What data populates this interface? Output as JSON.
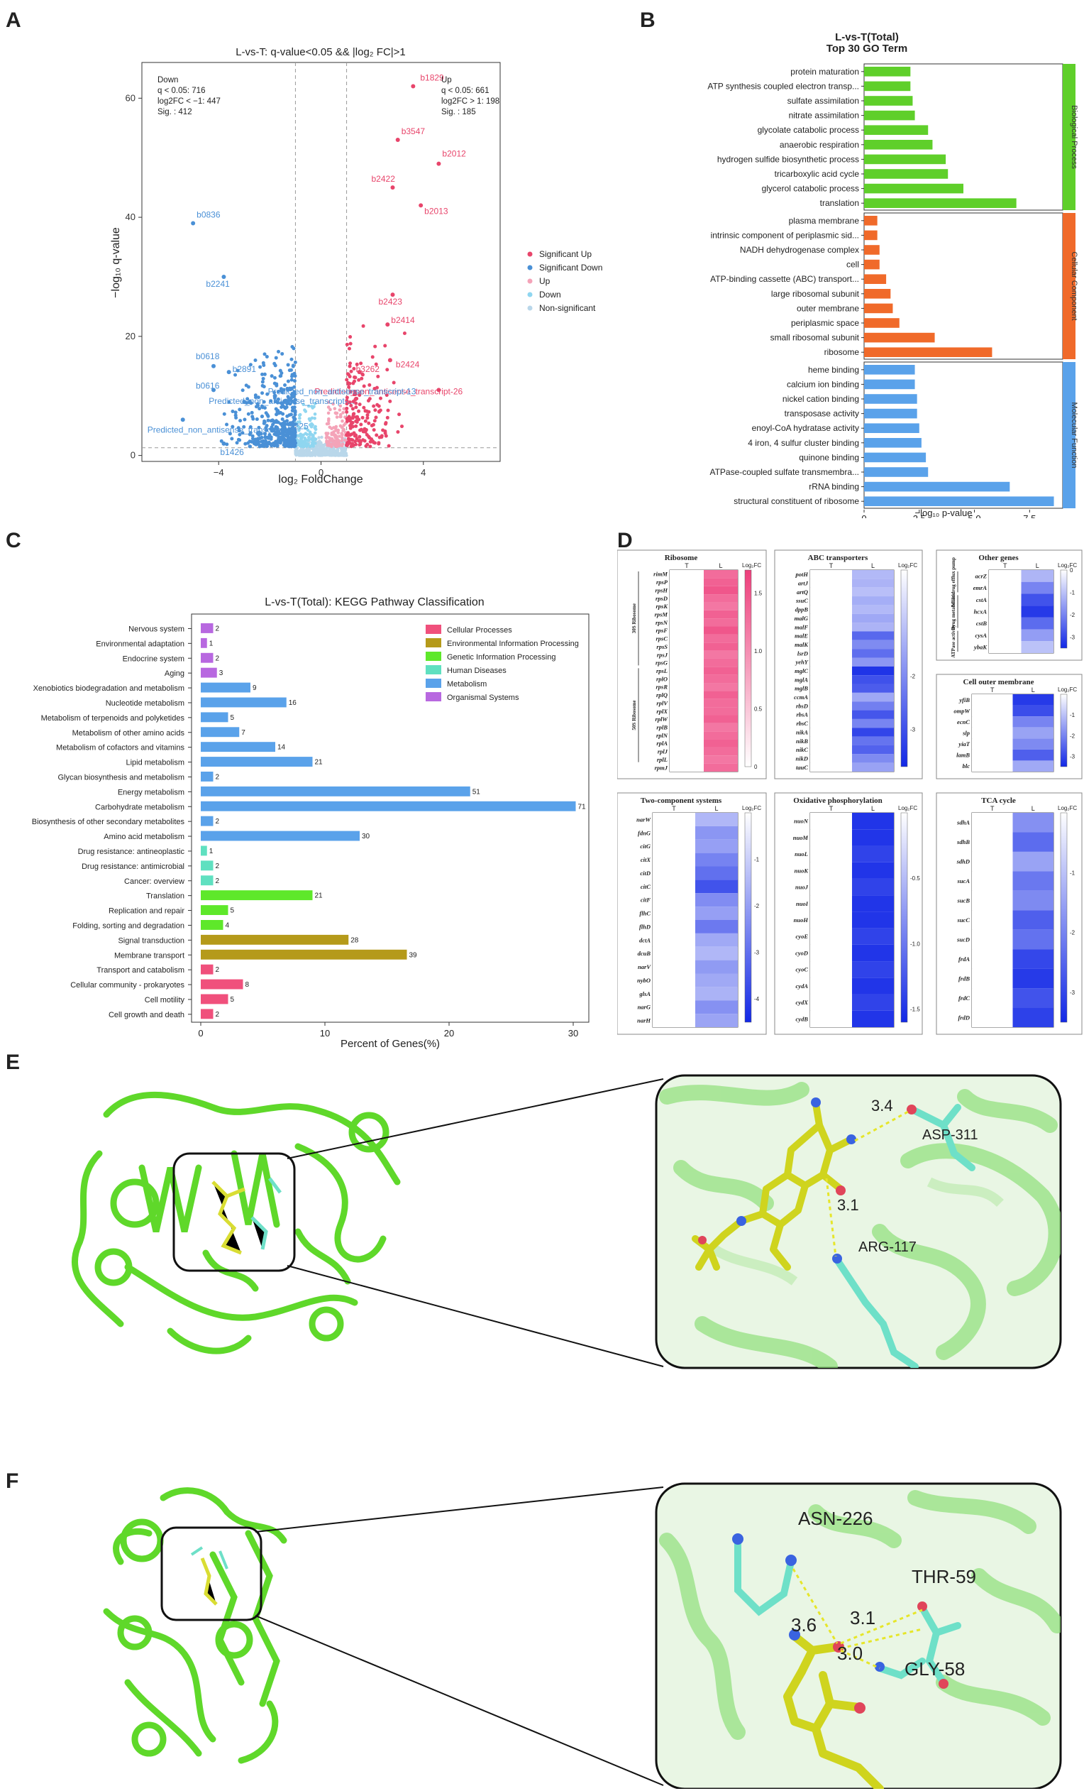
{
  "panels": {
    "A": {
      "label": "A"
    },
    "B": {
      "label": "B"
    },
    "C": {
      "label": "C"
    },
    "D": {
      "label": "D"
    },
    "E": {
      "label": "E"
    },
    "F": {
      "label": "F"
    }
  },
  "colors": {
    "sig_up": "#e8456b",
    "sig_down": "#4a90d6",
    "up": "#f4a3b8",
    "down": "#8fd6f0",
    "nonsig": "#b9d7ea",
    "bp": "#5fcf2a",
    "cc": "#f06a2a",
    "mf": "#5aa2ea",
    "cellular": "#f0507c",
    "env": "#b59a1a",
    "genetic": "#5ee82a",
    "human": "#5fe0c0",
    "metab": "#5aa2ea",
    "org": "#b868e0",
    "protein": "#66e04a",
    "ligand": "#d9dd33",
    "residue": "#6ee0c8"
  },
  "chart_data": [
    {
      "id": "A",
      "type": "scatter",
      "title": "L-vs-T: q-value<0.05 && |log₂ FC|>1",
      "xlabel": "log₂ FoldChange",
      "ylabel": "−log₁₀ q-value",
      "xlim": [
        -7,
        7
      ],
      "ylim": [
        -1,
        66
      ],
      "xticks": [
        -4,
        0,
        4
      ],
      "yticks": [
        0,
        20,
        40,
        60
      ],
      "thresholds": {
        "x": [
          -1,
          1
        ],
        "y": 1.3
      },
      "down_box": [
        "Down",
        "q < 0.05: 716",
        "log2FC < −1: 447",
        "Sig. : 412"
      ],
      "up_box": [
        "Up",
        "q < 0.05: 661",
        "log2FC > 1: 198",
        "Sig. : 185"
      ],
      "legend": [
        "Significant Up",
        "Significant Down",
        "Up",
        "Down",
        "Non-significant"
      ],
      "legend_placement": "right",
      "labeled_points": [
        {
          "label": "b1829",
          "x": 3.6,
          "y": 62,
          "group": "up"
        },
        {
          "label": "b3547",
          "x": 3.0,
          "y": 53,
          "group": "up"
        },
        {
          "label": "b2012",
          "x": 4.6,
          "y": 49,
          "group": "up"
        },
        {
          "label": "b2422",
          "x": 2.8,
          "y": 45,
          "group": "up"
        },
        {
          "label": "b2013",
          "x": 3.9,
          "y": 42,
          "group": "up"
        },
        {
          "label": "b2423",
          "x": 2.8,
          "y": 27,
          "group": "up"
        },
        {
          "label": "b2414",
          "x": 2.6,
          "y": 22,
          "group": "up"
        },
        {
          "label": "b2424",
          "x": 2.7,
          "y": 16,
          "group": "up"
        },
        {
          "label": "b3262",
          "x": 1.5,
          "y": 14,
          "group": "up"
        },
        {
          "label": "Predicted_non_antisense_transcript-26",
          "x": 4.6,
          "y": 11,
          "group": "up"
        },
        {
          "label": "b0836",
          "x": -5.0,
          "y": 39,
          "group": "down"
        },
        {
          "label": "b2241",
          "x": -3.8,
          "y": 30,
          "group": "down"
        },
        {
          "label": "b0618",
          "x": -4.2,
          "y": 15,
          "group": "down"
        },
        {
          "label": "b2891",
          "x": -3.6,
          "y": 14,
          "group": "down"
        },
        {
          "label": "b0616",
          "x": -4.2,
          "y": 11,
          "group": "down"
        },
        {
          "label": "Predicted_non_antisense_transcript-13",
          "x": -1.8,
          "y": 10,
          "group": "down"
        },
        {
          "label": "Predicted_non_antisense_transcript-...",
          "x": -3.0,
          "y": 9,
          "group": "down"
        },
        {
          "label": "b3225",
          "x": -1.5,
          "y": 5,
          "group": "down"
        },
        {
          "label": "Predicted_non_antisense_transcript...",
          "x": -5.4,
          "y": 6,
          "group": "down"
        },
        {
          "label": "b1426",
          "x": -3.8,
          "y": 2,
          "group": "down"
        }
      ]
    },
    {
      "id": "B",
      "type": "bar",
      "orientation": "horizontal",
      "title": "L-vs-T(Total)",
      "subtitle": "Top 30 GO Term",
      "xlabel": "−log₁₀ p-value",
      "xlim": [
        0,
        9
      ],
      "xticks": [
        0,
        2.5,
        5.0,
        7.5
      ],
      "groups": [
        {
          "name": "Biological Process",
          "color_key": "bp",
          "terms": [
            {
              "name": "protein maturation",
              "value": 2.1
            },
            {
              "name": "ATP synthesis coupled electron transp...",
              "value": 2.1
            },
            {
              "name": "sulfate assimilation",
              "value": 2.2
            },
            {
              "name": "nitrate assimilation",
              "value": 2.3
            },
            {
              "name": "glycolate catabolic process",
              "value": 2.9
            },
            {
              "name": "anaerobic respiration",
              "value": 3.1
            },
            {
              "name": "hydrogen sulfide biosynthetic process",
              "value": 3.7
            },
            {
              "name": "tricarboxylic acid cycle",
              "value": 3.8
            },
            {
              "name": "glycerol catabolic process",
              "value": 4.5
            },
            {
              "name": "translation",
              "value": 6.9
            }
          ]
        },
        {
          "name": "Cellular Component",
          "color_key": "cc",
          "terms": [
            {
              "name": "plasma membrane",
              "value": 0.6
            },
            {
              "name": "intrinsic component of periplasmic sid...",
              "value": 0.6
            },
            {
              "name": "NADH dehydrogenase complex",
              "value": 0.7
            },
            {
              "name": "cell",
              "value": 0.7
            },
            {
              "name": "ATP-binding cassette (ABC) transport...",
              "value": 1.0
            },
            {
              "name": "large ribosomal subunit",
              "value": 1.2
            },
            {
              "name": "outer membrane",
              "value": 1.3
            },
            {
              "name": "periplasmic space",
              "value": 1.6
            },
            {
              "name": "small ribosomal subunit",
              "value": 3.2
            },
            {
              "name": "ribosome",
              "value": 5.8
            }
          ]
        },
        {
          "name": "Molecular Function",
          "color_key": "mf",
          "terms": [
            {
              "name": "heme binding",
              "value": 2.3
            },
            {
              "name": "calcium ion binding",
              "value": 2.3
            },
            {
              "name": "nickel cation binding",
              "value": 2.4
            },
            {
              "name": "transposase activity",
              "value": 2.4
            },
            {
              "name": "enoyl-CoA hydratase activity",
              "value": 2.5
            },
            {
              "name": "4 iron, 4 sulfur cluster binding",
              "value": 2.6
            },
            {
              "name": "quinone binding",
              "value": 2.8
            },
            {
              "name": "ATPase-coupled sulfate transmembra...",
              "value": 2.9
            },
            {
              "name": "rRNA binding",
              "value": 6.6
            },
            {
              "name": "structural constituent of ribosome",
              "value": 8.6
            }
          ]
        }
      ]
    },
    {
      "id": "C",
      "type": "bar",
      "orientation": "horizontal",
      "title": "L-vs-T(Total): KEGG Pathway Classification",
      "xlabel": "Percent of Genes(%)",
      "xlim": [
        0,
        30.5
      ],
      "xticks": [
        0,
        10,
        20,
        30
      ],
      "legend": [
        {
          "name": "Cellular Processes",
          "color_key": "cellular"
        },
        {
          "name": "Environmental Information Processing",
          "color_key": "env"
        },
        {
          "name": "Genetic Information Processing",
          "color_key": "genetic"
        },
        {
          "name": "Human Diseases",
          "color_key": "human"
        },
        {
          "name": "Metabolism",
          "color_key": "metab"
        },
        {
          "name": "Organismal Systems",
          "color_key": "org"
        }
      ],
      "legend_placement": "top-right",
      "categories": [
        {
          "name": "Nervous system",
          "value": 1,
          "label": "2",
          "group": "org"
        },
        {
          "name": "Environmental adaptation",
          "value": 0.5,
          "label": "1",
          "group": "org"
        },
        {
          "name": "Endocrine system",
          "value": 1,
          "label": "2",
          "group": "org"
        },
        {
          "name": "Aging",
          "value": 1.3,
          "label": "3",
          "group": "org"
        },
        {
          "name": "Xenobiotics biodegradation and metabolism",
          "value": 4,
          "label": "9",
          "group": "metab"
        },
        {
          "name": "Nucleotide metabolism",
          "value": 6.9,
          "label": "16",
          "group": "metab"
        },
        {
          "name": "Metabolism of terpenoids and polyketides",
          "value": 2.2,
          "label": "5",
          "group": "metab"
        },
        {
          "name": "Metabolism of other amino acids",
          "value": 3.1,
          "label": "7",
          "group": "metab"
        },
        {
          "name": "Metabolism of cofactors and vitamins",
          "value": 6.0,
          "label": "14",
          "group": "metab"
        },
        {
          "name": "Lipid metabolism",
          "value": 9.0,
          "label": "21",
          "group": "metab"
        },
        {
          "name": "Glycan biosynthesis and metabolism",
          "value": 1,
          "label": "2",
          "group": "metab"
        },
        {
          "name": "Energy metabolism",
          "value": 21.7,
          "label": "51",
          "group": "metab"
        },
        {
          "name": "Carbohydrate metabolism",
          "value": 30.2,
          "label": "71",
          "group": "metab"
        },
        {
          "name": "Biosynthesis of other secondary metabolites",
          "value": 1,
          "label": "2",
          "group": "metab"
        },
        {
          "name": "Amino acid metabolism",
          "value": 12.8,
          "label": "30",
          "group": "metab"
        },
        {
          "name": "Drug resistance: antineoplastic",
          "value": 0.5,
          "label": "1",
          "group": "human"
        },
        {
          "name": "Drug resistance: antimicrobial",
          "value": 1,
          "label": "2",
          "group": "human"
        },
        {
          "name": "Cancer: overview",
          "value": 1,
          "label": "2",
          "group": "human"
        },
        {
          "name": "Translation",
          "value": 9.0,
          "label": "21",
          "group": "genetic"
        },
        {
          "name": "Replication and repair",
          "value": 2.2,
          "label": "5",
          "group": "genetic"
        },
        {
          "name": "Folding, sorting and degradation",
          "value": 1.8,
          "label": "4",
          "group": "genetic"
        },
        {
          "name": "Signal transduction",
          "value": 11.9,
          "label": "28",
          "group": "env"
        },
        {
          "name": "Membrane transport",
          "value": 16.6,
          "label": "39",
          "group": "env"
        },
        {
          "name": "Transport and catabolism",
          "value": 1,
          "label": "2",
          "group": "cellular"
        },
        {
          "name": "Cellular community - prokaryotes",
          "value": 3.4,
          "label": "8",
          "group": "cellular"
        },
        {
          "name": "Cell motility",
          "value": 2.2,
          "label": "5",
          "group": "cellular"
        },
        {
          "name": "Cell growth and death",
          "value": 1,
          "label": "2",
          "group": "cellular"
        }
      ]
    },
    {
      "id": "D",
      "type": "heatmap",
      "columns": [
        "T",
        "L"
      ],
      "legend_title": "Log₂FC",
      "maps": [
        {
          "title": "Ribosome",
          "scale": "pink",
          "ticks": [
            "1.5",
            "1.0",
            "0.5",
            "0"
          ],
          "range": [
            0,
            1.7
          ],
          "row_groups": [
            {
              "name": "30S Ribosome",
              "rows": 12
            },
            {
              "name": "50S Ribosome",
              "rows": 12
            }
          ],
          "genes": [
            "rimM",
            "rpsP",
            "rpsH",
            "rpsD",
            "rpsK",
            "rpsM",
            "rpsN",
            "rpsF",
            "rpsC",
            "rpsS",
            "rpsJ",
            "rpsG",
            "rpsL",
            "rplO",
            "rpsR",
            "rplQ",
            "rplV",
            "rplX",
            "rplW",
            "rplB",
            "rplN",
            "rplA",
            "rplJ",
            "rplL",
            "rpmJ"
          ],
          "values": [
            1.3,
            1.4,
            1.5,
            1.3,
            1.2,
            1.4,
            1.3,
            1.5,
            1.3,
            1.4,
            1.2,
            1.3,
            1.4,
            1.3,
            1.2,
            1.4,
            1.3,
            1.3,
            1.4,
            1.2,
            1.3,
            1.4,
            1.3,
            1.2,
            1.3
          ]
        },
        {
          "title": "ABC transporters",
          "scale": "blue",
          "ticks": [
            "-2",
            "-3"
          ],
          "range": [
            -3.7,
            -0.5
          ],
          "genes": [
            "potH",
            "artJ",
            "artQ",
            "ssuC",
            "dppB",
            "malG",
            "malF",
            "malE",
            "malK",
            "lsrD",
            "yehY",
            "mglC",
            "mglA",
            "mglB",
            "ccmA",
            "rbsD",
            "rbsA",
            "rbsC",
            "nikA",
            "nikB",
            "nikC",
            "nikD",
            "tauC"
          ],
          "values": [
            -1.2,
            -1.3,
            -1.1,
            -1.4,
            -1.2,
            -1.5,
            -1.3,
            -2.6,
            -2.0,
            -2.5,
            -1.8,
            -3.5,
            -3.0,
            -2.8,
            -1.5,
            -2.2,
            -2.9,
            -2.1,
            -3.2,
            -2.4,
            -2.7,
            -2.0,
            -1.6
          ]
        },
        {
          "title": "Other genes",
          "scale": "blue",
          "ticks": [
            "0",
            "-1",
            "-2",
            "-3"
          ],
          "range": [
            -3.5,
            0
          ],
          "row_groups": [
            {
              "name": "Multidrug efflux pump",
              "rows": 2
            },
            {
              "name": "Drug metabolism",
              "rows": 3
            },
            {
              "name": "ATPase activity",
              "rows": 2
            }
          ],
          "genes": [
            "acrZ",
            "emrA",
            "cstA",
            "hcxA",
            "cstB",
            "cysA",
            "ybaK"
          ],
          "values": [
            -1.2,
            -2.0,
            -2.8,
            -3.2,
            -2.4,
            -1.6,
            -1.0
          ]
        },
        {
          "title": "Cell outer membrane",
          "scale": "blue",
          "ticks": [
            "-1",
            "-2",
            "-3"
          ],
          "range": [
            -3.5,
            0
          ],
          "genes": [
            "yfiB",
            "ompW",
            "ecnC",
            "slp",
            "yiaT",
            "lamB",
            "blc"
          ],
          "values": [
            -3.2,
            -2.9,
            -2.0,
            -1.5,
            -1.9,
            -2.6,
            -1.4
          ]
        },
        {
          "title": "Two-component systems",
          "scale": "blue",
          "ticks": [
            "-1",
            "-2",
            "-3",
            "-4"
          ],
          "range": [
            -4.5,
            0
          ],
          "genes": [
            "narW",
            "fdnG",
            "citG",
            "citX",
            "citD",
            "citC",
            "citF",
            "flhC",
            "flhD",
            "dctA",
            "dcuB",
            "narV",
            "nybO",
            "glsA",
            "narG",
            "narH"
          ],
          "values": [
            -1.5,
            -2.2,
            -2.0,
            -2.6,
            -3.0,
            -3.6,
            -2.4,
            -2.0,
            -2.8,
            -1.8,
            -1.5,
            -2.1,
            -1.8,
            -1.6,
            -2.3,
            -1.9
          ]
        },
        {
          "title": "Oxidative phosphorylation",
          "scale": "blue",
          "ticks": [
            "-0.5",
            "-1.0",
            "-1.5"
          ],
          "range": [
            -1.6,
            0
          ],
          "genes": [
            "nuoN",
            "nuoM",
            "nuoL",
            "nuoK",
            "nuoJ",
            "nuoI",
            "nuoH",
            "cyoE",
            "cyoD",
            "cyoC",
            "cydA",
            "cydX",
            "cydB"
          ],
          "values": [
            -1.5,
            -1.5,
            -1.4,
            -1.5,
            -1.4,
            -1.5,
            -1.5,
            -1.4,
            -1.5,
            -1.4,
            -1.5,
            -1.4,
            -1.5
          ]
        },
        {
          "title": "TCA cycle",
          "scale": "blue",
          "ticks": [
            "-1",
            "-2",
            "-3"
          ],
          "range": [
            -3.5,
            0
          ],
          "genes": [
            "sdhA",
            "sdhB",
            "sdhD",
            "sucA",
            "sucB",
            "sucC",
            "sucD",
            "frdA",
            "frdB",
            "frdC",
            "frdD"
          ],
          "values": [
            -1.8,
            -2.4,
            -1.5,
            -2.2,
            -1.9,
            -2.6,
            -2.3,
            -3.0,
            -3.2,
            -2.8,
            -3.1
          ]
        }
      ]
    }
  ],
  "docking_E": {
    "residues": [
      {
        "name": "ASP-311",
        "distance": "3.4"
      },
      {
        "name": "ARG-117",
        "distance": "3.1"
      }
    ]
  },
  "docking_F": {
    "residues": [
      "ASN-226",
      "THR-59",
      "GLY-58"
    ],
    "distances": [
      "3.6",
      "3.1",
      "3.0"
    ]
  }
}
